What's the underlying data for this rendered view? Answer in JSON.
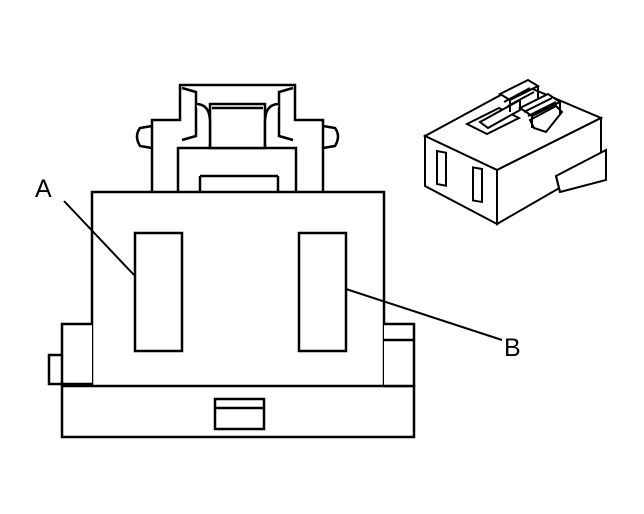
{
  "diagram": {
    "callouts": [
      {
        "id": "a",
        "label": "A"
      },
      {
        "id": "b",
        "label": "B"
      }
    ],
    "colors": {
      "stroke": "#000000",
      "background": "#ffffff"
    }
  }
}
